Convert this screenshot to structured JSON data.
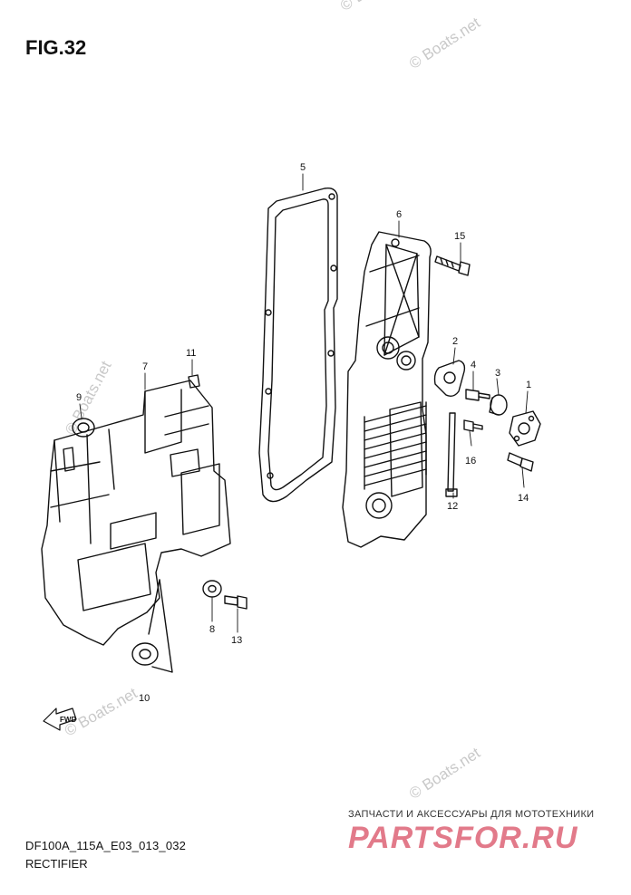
{
  "figure": {
    "title": "FIG.32",
    "code": "DF100A_115A_E03_013_032",
    "name": "RECTIFIER"
  },
  "watermarks": [
    "© Boats.net",
    "© Boats.net",
    "© Boats.net",
    "© Boats.net",
    "© Boats.net"
  ],
  "promo": {
    "tagline": "ЗАПЧАСТИ И АКСЕССУАРЫ ДЛЯ МОТОТЕХНИКИ",
    "brand": "PARTSFOR.RU"
  },
  "fwd_label": "FWD",
  "callouts": [
    "1",
    "2",
    "3",
    "4",
    "5",
    "6",
    "7",
    "8",
    "9",
    "10",
    "11",
    "12",
    "13",
    "14",
    "15",
    "16"
  ],
  "colors": {
    "line": "#111111",
    "watermark": "#c9c9c9",
    "brand": "#e27a8a"
  }
}
